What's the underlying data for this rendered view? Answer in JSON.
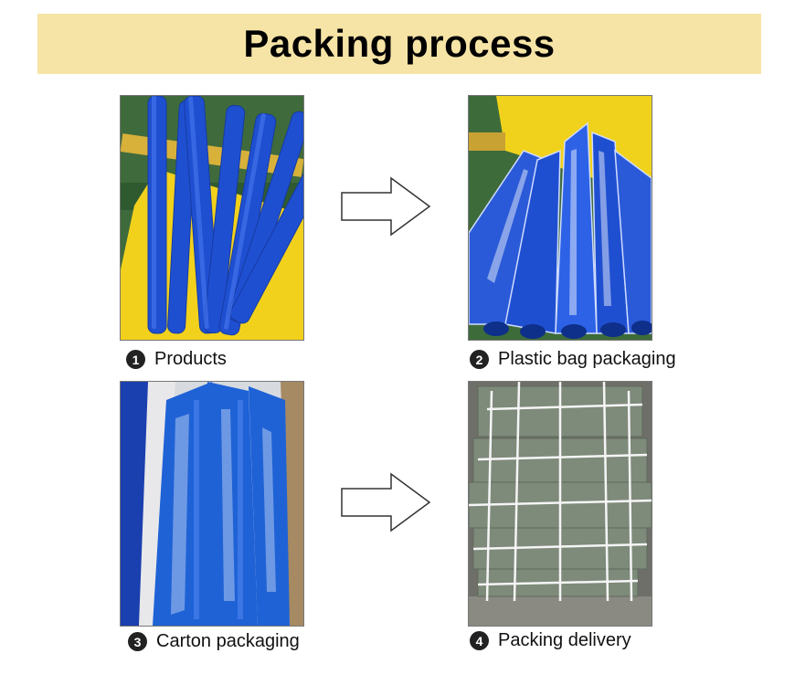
{
  "header": {
    "title": "Packing process"
  },
  "steps": [
    {
      "number": "1",
      "label": "Products",
      "image": "blue-silicone-hoses-photo"
    },
    {
      "number": "2",
      "label": "Plastic bag packaging",
      "image": "hoses-in-plastic-bags-photo"
    },
    {
      "number": "3",
      "label": "Carton packaging",
      "image": "hoses-in-carton-photo"
    },
    {
      "number": "4",
      "label": "Packing delivery",
      "image": "strapped-sack-bundles-photo"
    }
  ],
  "colors": {
    "banner": "#f6e4a6",
    "hose_blue": "#1f4fd1",
    "crate_yellow": "#f0d21c",
    "sack_gray": "#7e8a7a"
  },
  "icons": [
    "right-arrow-icon",
    "right-arrow-icon"
  ]
}
